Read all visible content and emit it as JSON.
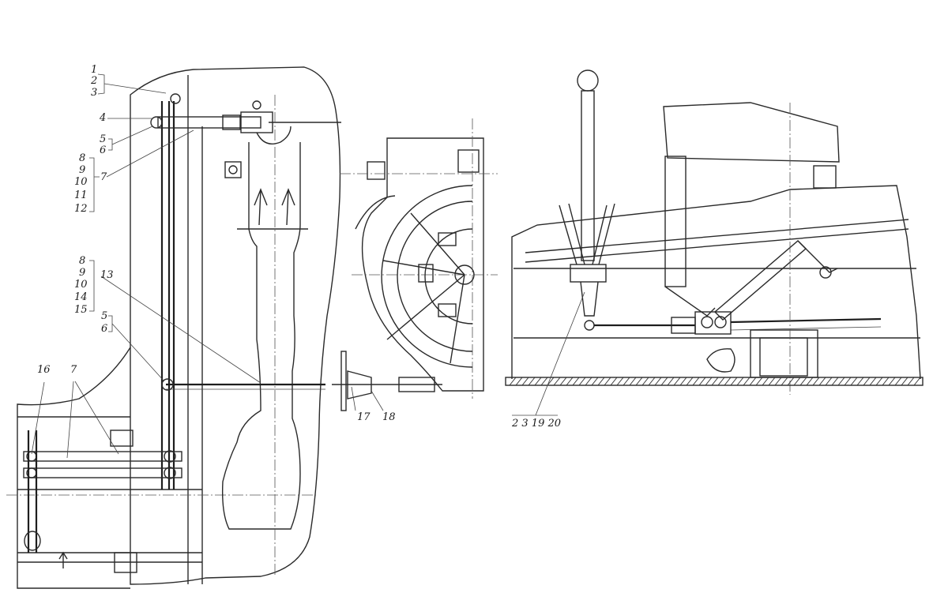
{
  "callouts": {
    "c1": "1",
    "c2": "2",
    "c3": "3",
    "c4": "4",
    "c5a": "5",
    "c6a": "6",
    "c7a": "7",
    "c8a": "8",
    "c9a": "9",
    "c10a": "10",
    "c11": "11",
    "c12": "12",
    "c8b": "8",
    "c9b": "9",
    "c10b": "10",
    "c14": "14",
    "c15": "15",
    "c13": "13",
    "c5b": "5",
    "c6b": "6",
    "c16": "16",
    "c7b": "7",
    "c17": "17",
    "c18": "18",
    "bottom_group": "2 3 19 20"
  }
}
